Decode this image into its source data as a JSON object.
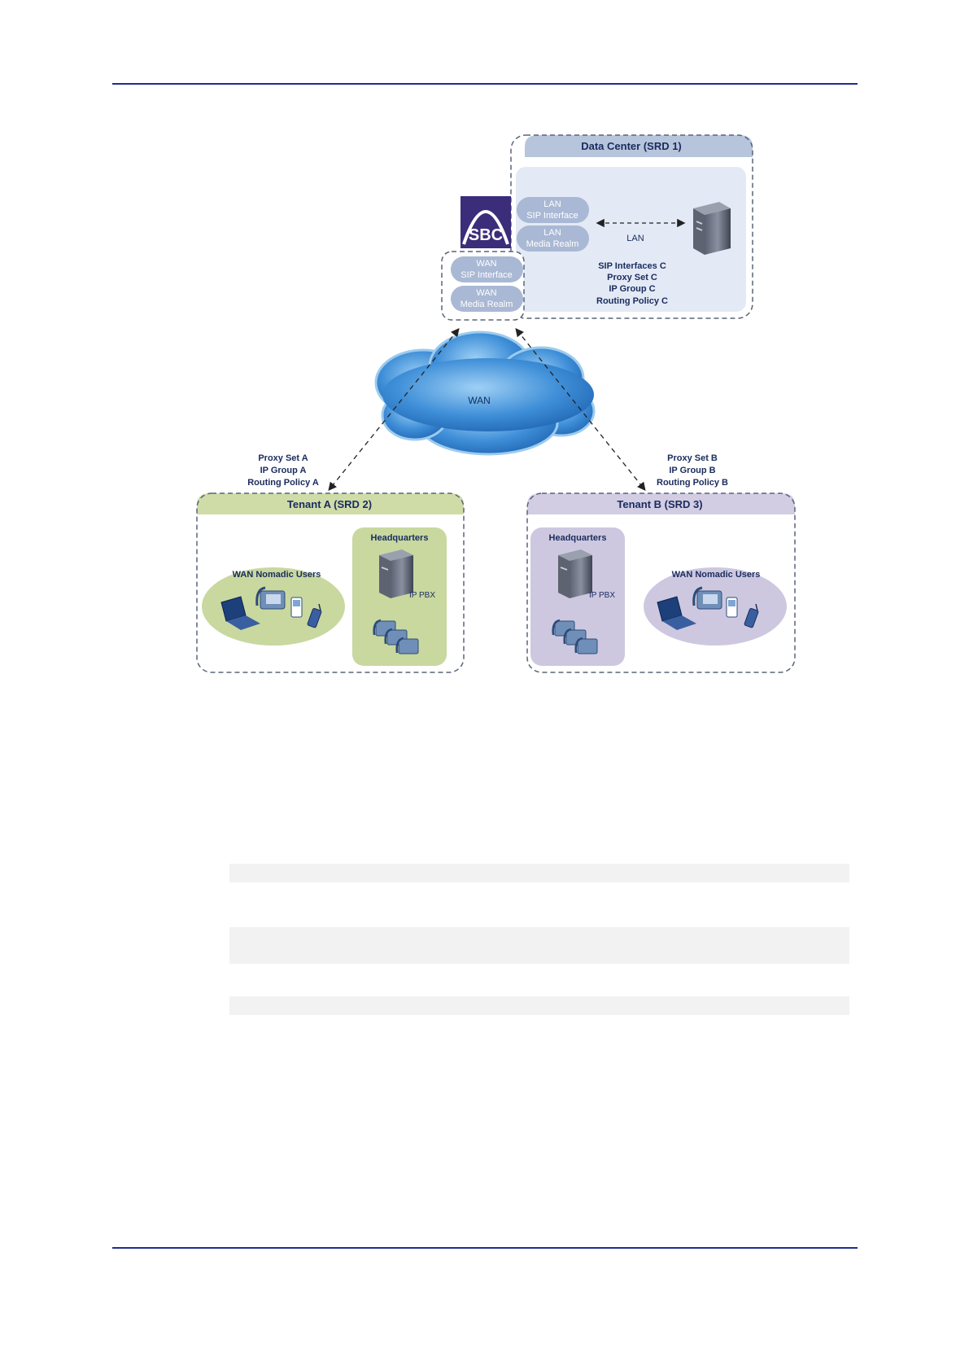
{
  "colors": {
    "rule": "#1f2e8c",
    "dc_header": "#b7c5dc",
    "dc_inner": "#e3eaf5",
    "pill": "#a9b8d4",
    "tenant_a_header": "#cfdca8",
    "tenant_a_fill": "#c8d89f",
    "tenant_b_header": "#d2cde3",
    "tenant_b_fill": "#cdc8e0",
    "sbc_logo": "#3b2d7a",
    "cloud": "#2f7fcc",
    "label_text": "#1a2b5e",
    "band": "#f2f2f2"
  },
  "diagram": {
    "data_center": {
      "title": "Data Center (SRD 1)",
      "lan_sip_line1": "LAN",
      "lan_sip_line2": "SIP Interface",
      "lan_media_line1": "LAN",
      "lan_media_line2": "Media Realm",
      "lan_label": "LAN",
      "config_lines": [
        "SIP Interfaces C",
        "Proxy Set C",
        "IP Group C",
        "Routing Policy C"
      ],
      "server_icon": "server-icon"
    },
    "sbc": {
      "logo_text": "SBC",
      "wan_sip_line1": "WAN",
      "wan_sip_line2": "SIP Interface",
      "wan_media_line1": "WAN",
      "wan_media_line2": "Media Realm"
    },
    "wan_cloud_label": "WAN",
    "tenant_a": {
      "title": "Tenant A (SRD 2)",
      "config_lines": [
        "Proxy Set A",
        "IP Group A",
        "Routing Policy A"
      ],
      "nomadic_label": "WAN Nomadic Users",
      "hq_label": "Headquarters",
      "pbx_label": "IP PBX"
    },
    "tenant_b": {
      "title": "Tenant B (SRD 3)",
      "config_lines": [
        "Proxy Set B",
        "IP Group B",
        "Routing Policy B"
      ],
      "nomadic_label": "WAN Nomadic Users",
      "hq_label": "Headquarters",
      "pbx_label": "IP PBX"
    }
  }
}
